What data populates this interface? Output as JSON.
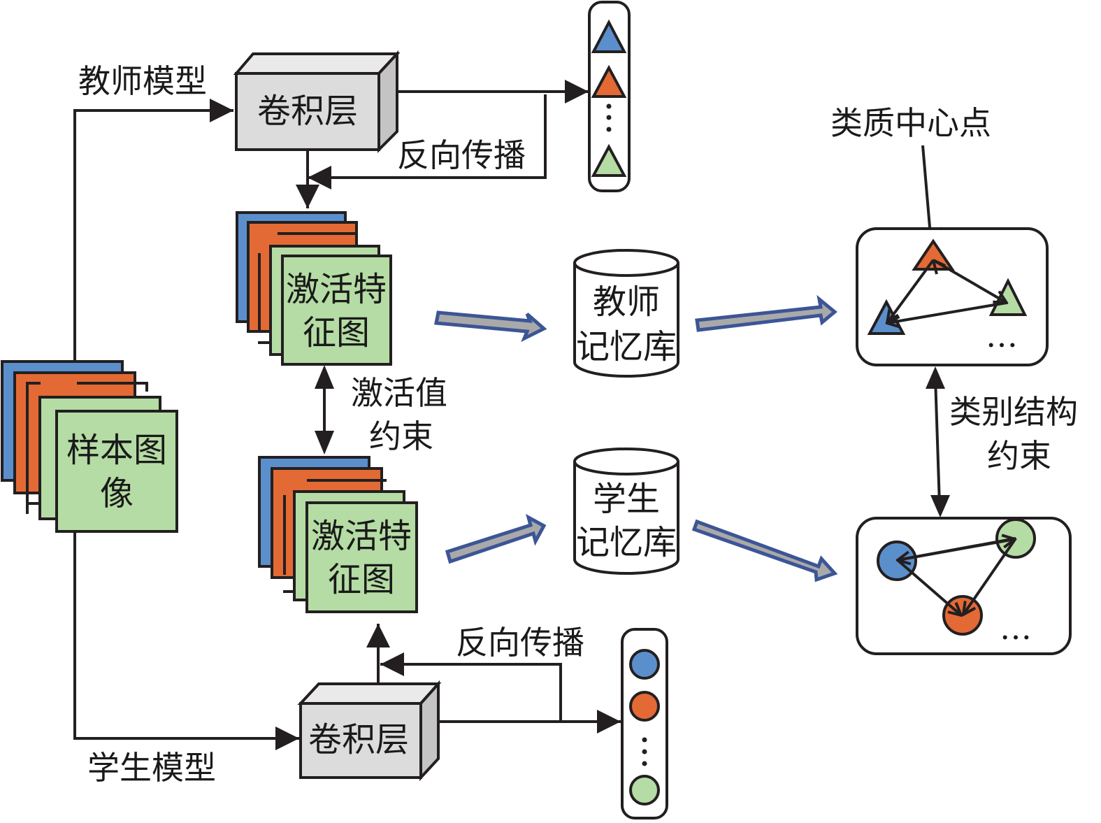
{
  "colors": {
    "blue": "#5b8fcc",
    "orange": "#e36a35",
    "green": "#b5dca4",
    "box_front": "#dcdcdc",
    "box_top": "#eaeaea",
    "box_side": "#c4c4c4",
    "wide_arrow_border": "#3c5596",
    "wide_arrow_fill": "#a9a9a9",
    "stroke": "#231f20"
  },
  "teacher": {
    "model_label": "教师模型",
    "conv_label": "卷积层",
    "backprop_label": "反向传播",
    "feature_map_line1": "激活特",
    "feature_map_line2": "征图",
    "memory_line1": "教师",
    "memory_line2": "记忆库",
    "output_ellipsis": "⋮"
  },
  "student": {
    "model_label": "学生模型",
    "conv_label": "卷积层",
    "backprop_label": "反向传播",
    "feature_map_line1": "激活特",
    "feature_map_line2": "征图",
    "memory_line1": "学生",
    "memory_line2": "记忆库",
    "output_ellipsis": "⋮"
  },
  "sample": {
    "line1": "样本图",
    "line2": "像"
  },
  "activation_constraint": {
    "line1": "激活值",
    "line2": "约束"
  },
  "class_structure_constraint": {
    "line1": "类别结构",
    "line2": "约束"
  },
  "centroid_label": "类质中心点",
  "ellipsis": "…"
}
